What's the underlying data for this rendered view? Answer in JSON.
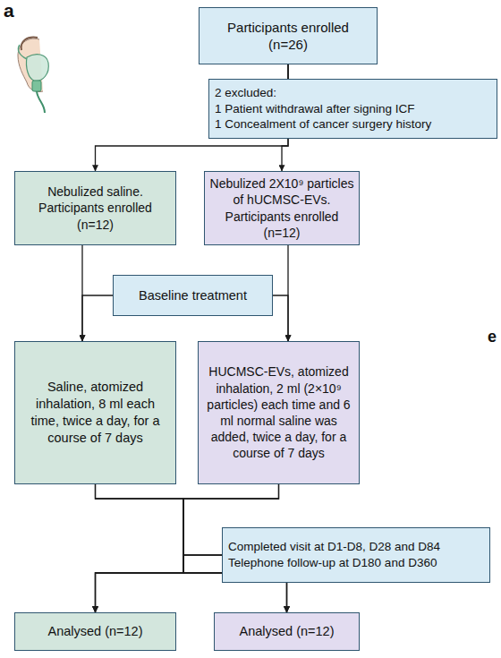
{
  "diagram": {
    "nodes": [
      {
        "text": [
          "Participants enrolled (n=26)"
        ]
      },
      {
        "text": [
          "2 excluded:",
          "1 Patient withdrawal after signing ICF",
          "1 Concealment of cancer surgery history"
        ]
      },
      {
        "text": [
          "Nebulized saline. Participants enrolled (n=12)"
        ]
      },
      {
        "text": [
          "Nebulized 2X10⁹ particles of hUCMSC-EVs. Participants enrolled (n=12)"
        ]
      },
      {
        "text": [
          "Baseline treatment"
        ]
      },
      {
        "text": [
          "Saline, atomized inhalation, 8 ml each time, twice a day, for a course of 7 days"
        ]
      },
      {
        "text": [
          "HUCMSC-EVs, atomized inhalation, 2 ml (2×10⁹ particles) each time and 6 ml normal saline was added, twice a day, for a course of 7 days"
        ]
      },
      {
        "text": [
          "Completed visit at D1-D8, D28 and D84",
          "Telephone follow-up at D180 and D360"
        ]
      },
      {
        "text": [
          "Analysed (n=12)"
        ]
      },
      {
        "text": [
          "Analysed (n=12)"
        ]
      }
    ],
    "edges": [
      {
        "from": 0,
        "to": 1,
        "arrow": "to"
      },
      {
        "from": 0,
        "to": 2,
        "arrow": "to"
      },
      {
        "from": 0,
        "to": 3,
        "arrow": "to"
      },
      {
        "from": 2,
        "to": 5,
        "arrow": "to"
      },
      {
        "from": 3,
        "to": 6,
        "arrow": "to"
      },
      {
        "from": 4,
        "to": 5,
        "arrow": "to"
      },
      {
        "from": 4,
        "to": 6,
        "arrow": "to"
      },
      {
        "from": 5,
        "to": 8,
        "arrow": "to"
      },
      {
        "from": 5,
        "to": 9,
        "arrow": "to"
      },
      {
        "from": 6,
        "to": 8,
        "arrow": "to"
      },
      {
        "from": 6,
        "to": 9,
        "arrow": "to"
      },
      {
        "from": 7,
        "to": 8,
        "arrow": "to"
      },
      {
        "from": 7,
        "to": 9,
        "arrow": "to"
      }
    ],
    "labels": [
      "a",
      "e"
    ]
  }
}
